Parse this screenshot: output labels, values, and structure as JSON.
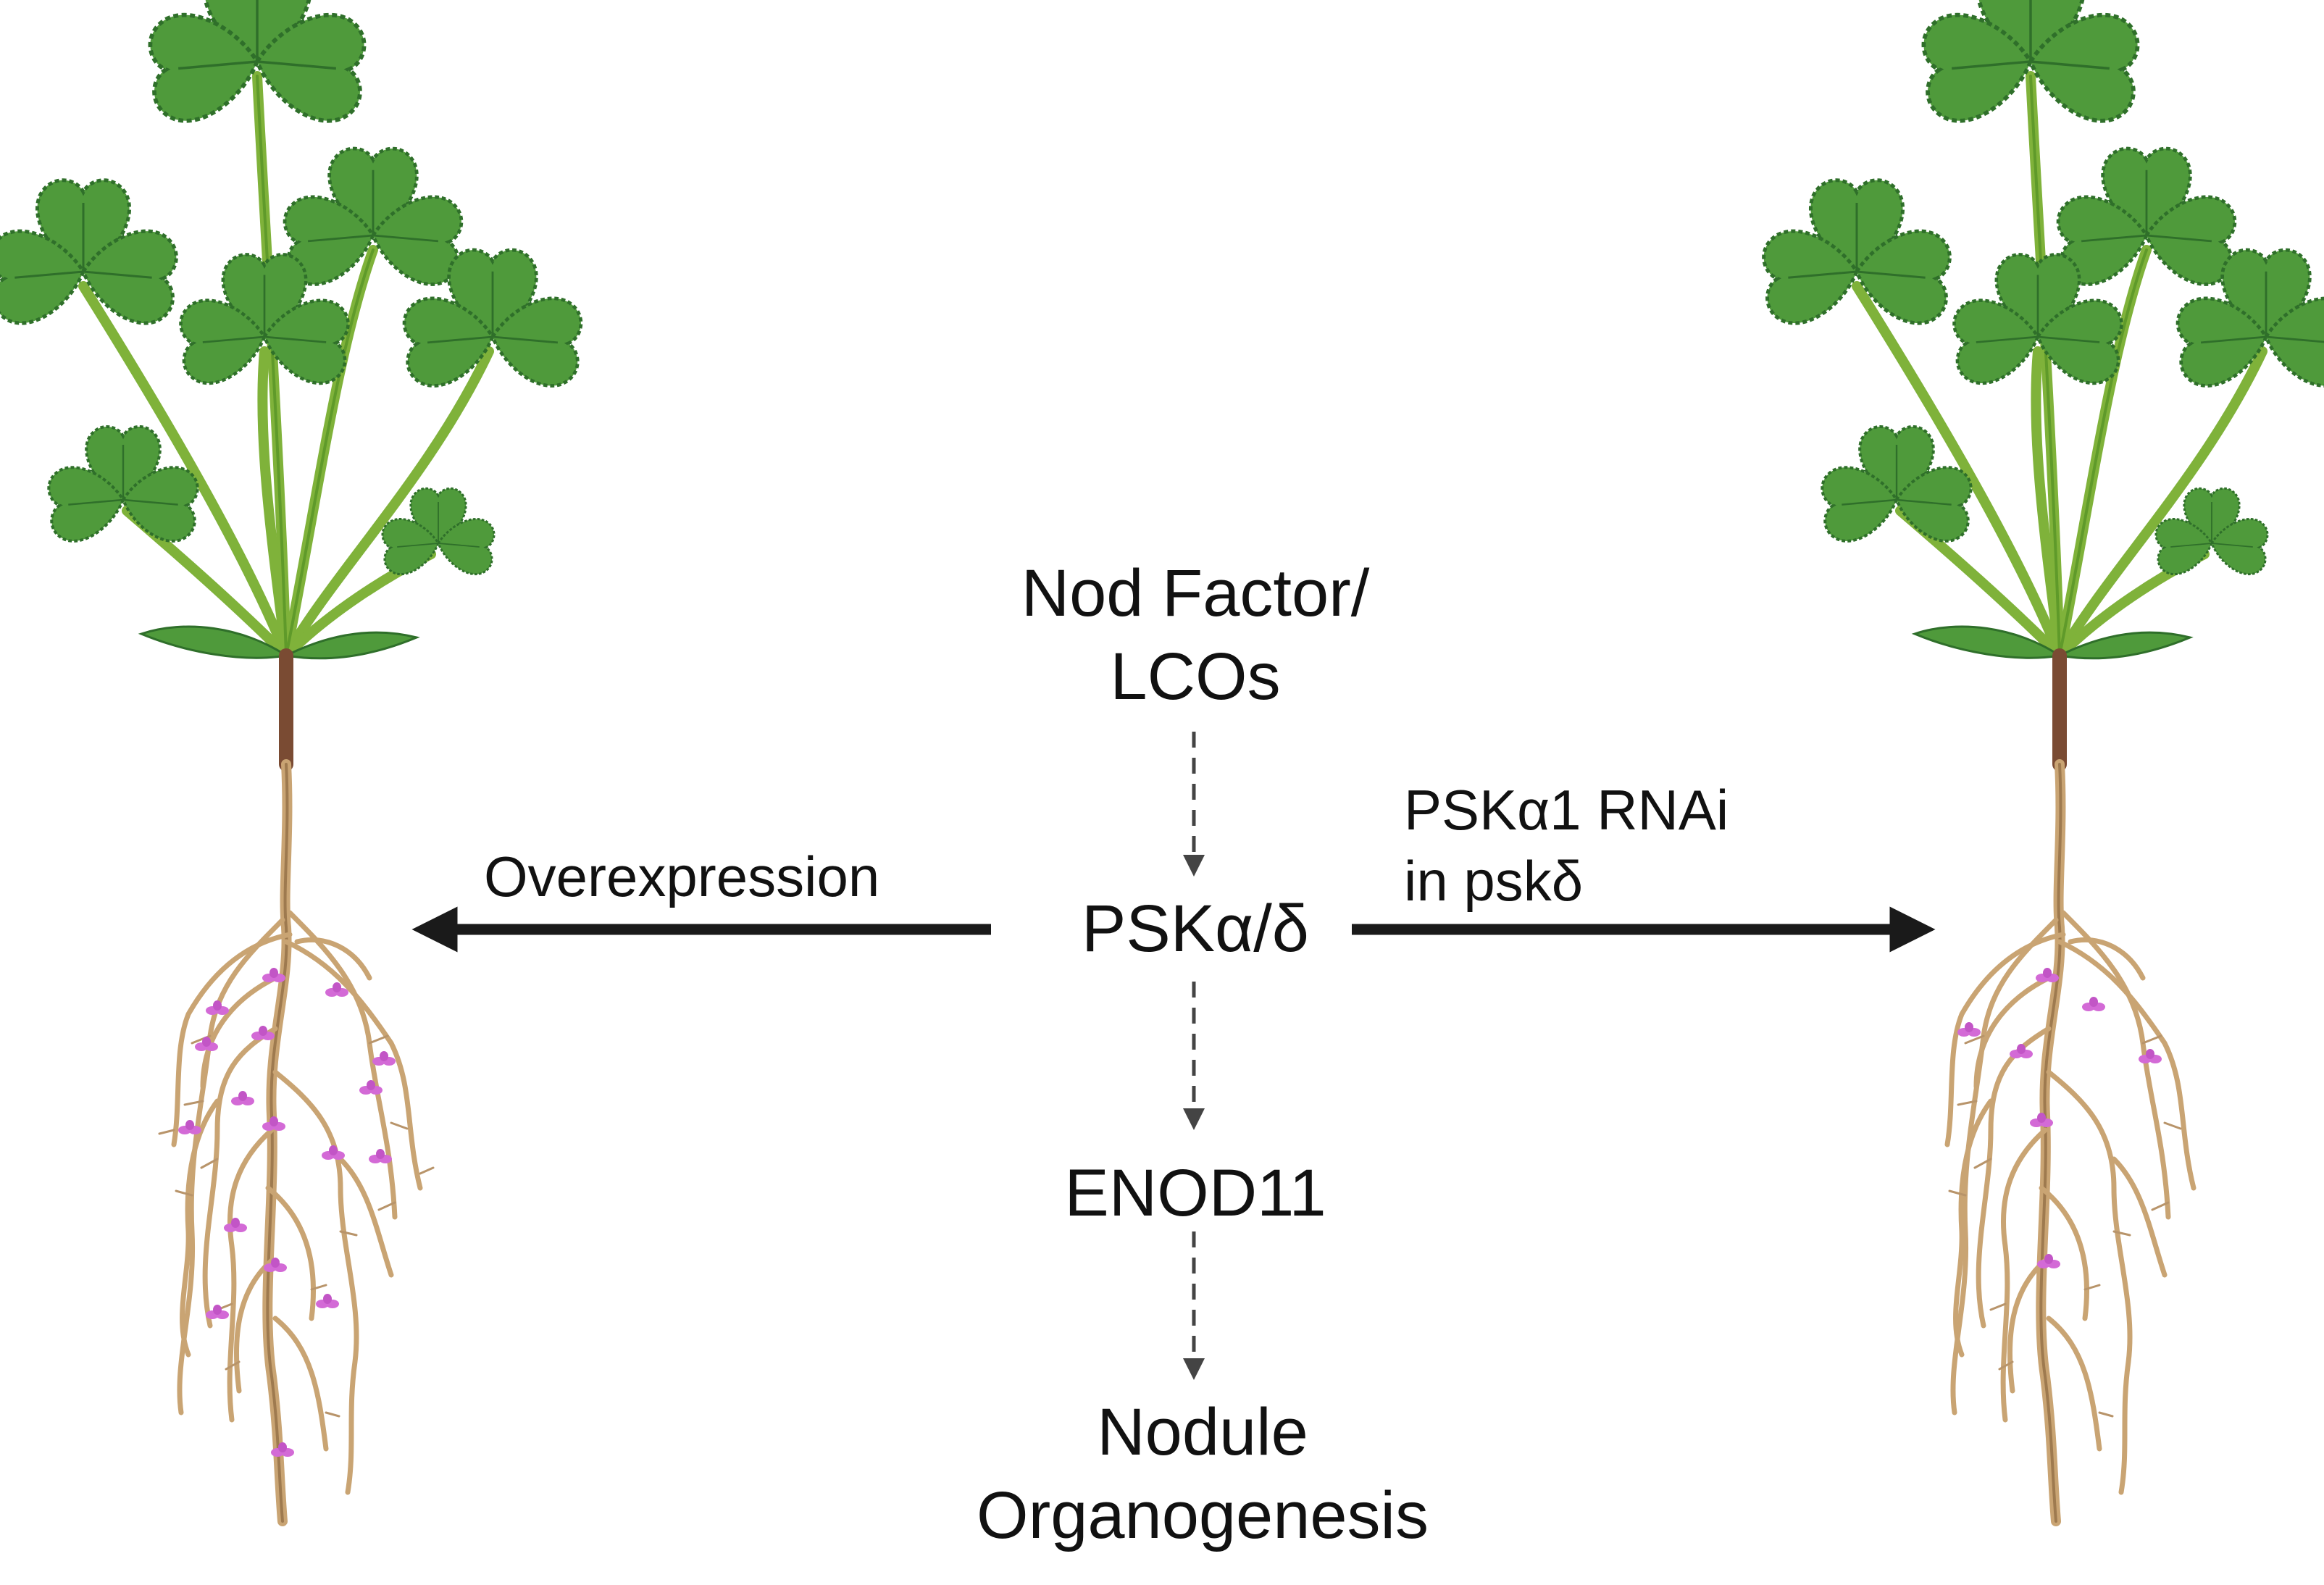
{
  "labels": {
    "nod_factor_line1": "Nod Factor/",
    "nod_factor_line2": "LCOs",
    "psk": "PSKα/δ",
    "enod": "ENOD11",
    "nodule_line1": "Nodule",
    "nodule_line2": "Organogenesis",
    "overexpression": "Overexpression",
    "rnai_line1": "PSKα1 RNAi",
    "rnai_line2": "in pskδ"
  },
  "colors": {
    "leaf": "#4f9a3b",
    "leaf_dark": "#2f6f2a",
    "leaf_light": "#6fb64f",
    "stem": "#7fb23a",
    "hypocotyl": "#7a4b33",
    "root": "#c9a473",
    "root_dark": "#9e7a4f",
    "nodule": "#d36ad6",
    "arrow": "#1a1a1a",
    "dashed_arrow": "#444444"
  },
  "nodule_counts": {
    "left_plant": 17,
    "right_plant": 7
  }
}
